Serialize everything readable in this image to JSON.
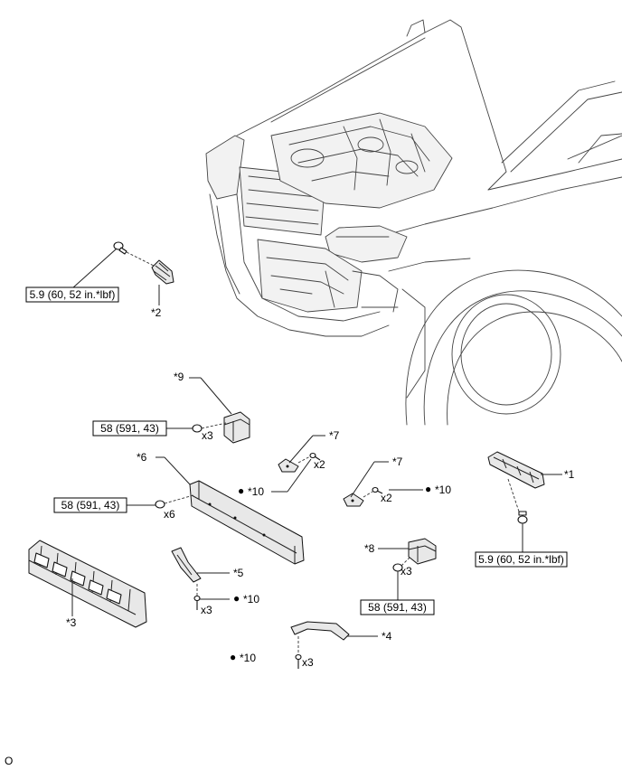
{
  "labels": {
    "p1": "*1",
    "p2": "*2",
    "p3": "*3",
    "p4": "*4",
    "p5": "*5",
    "p6": "*6",
    "p7a": "*7",
    "p7b": "*7",
    "p8": "*8",
    "p9": "*9",
    "p10a": "*10",
    "p10b": "*10",
    "p10c": "*10",
    "p10d": "*10"
  },
  "torque": {
    "t1": "5.9 (60, 52 in.*lbf)",
    "t2": "5.9 (60, 52 in.*lbf)",
    "t3": "58 (591, 43)",
    "t4": "58 (591, 43)",
    "t5": "58 (591, 43)"
  },
  "qty": {
    "q1": "x3",
    "q2": "x6",
    "q3": "x2",
    "q4": "x2",
    "q5": "x3",
    "q6": "x3",
    "q7": "x3"
  },
  "bullet": "●",
  "footer": "O"
}
